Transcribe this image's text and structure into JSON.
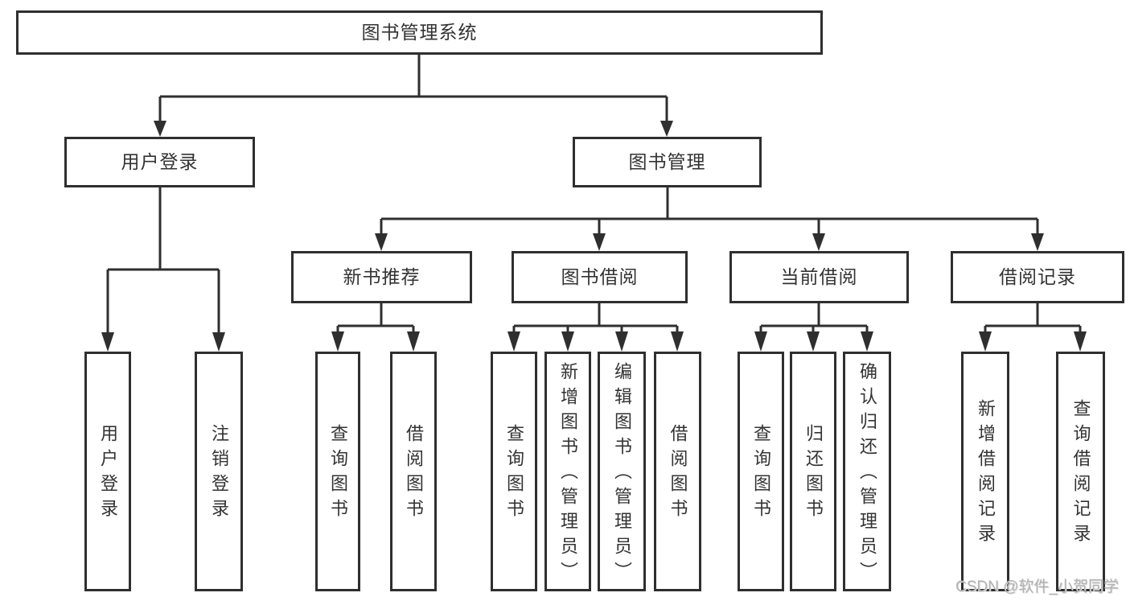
{
  "diagram": {
    "title": "图书管理系统",
    "children": [
      {
        "label": "用户登录",
        "children": [
          {
            "label": "用户登录"
          },
          {
            "label": "注销登录"
          }
        ]
      },
      {
        "label": "图书管理",
        "children": [
          {
            "label": "新书推荐",
            "children": [
              {
                "label": "查询图书"
              },
              {
                "label": "借阅图书"
              }
            ]
          },
          {
            "label": "图书借阅",
            "children": [
              {
                "label": "查询图书"
              },
              {
                "label": "新增图书（管理员）"
              },
              {
                "label": "编辑图书（管理员）"
              },
              {
                "label": "借阅图书"
              }
            ]
          },
          {
            "label": "当前借阅",
            "children": [
              {
                "label": "查询图书"
              },
              {
                "label": "归还图书"
              },
              {
                "label": "确认归还（管理员）"
              }
            ]
          },
          {
            "label": "借阅记录",
            "children": [
              {
                "label": "新增借阅记录"
              },
              {
                "label": "查询借阅记录"
              }
            ]
          }
        ]
      }
    ]
  },
  "colors": {
    "line": "#2f2f2f",
    "text": "#333333",
    "box_background": "#ffffff",
    "watermark": "#b3b3b3"
  },
  "watermark": "CSDN @软件_小贺同学"
}
